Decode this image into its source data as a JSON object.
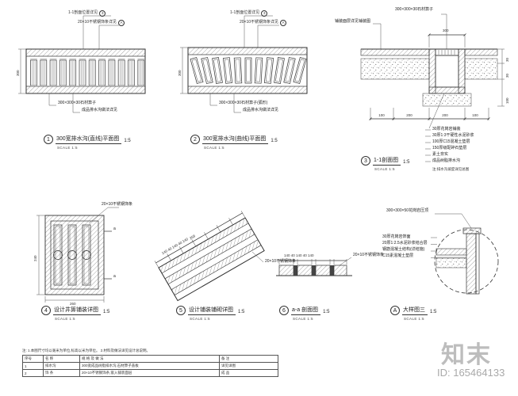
{
  "watermark": {
    "brand": "知末",
    "id": "ID: 165464133"
  },
  "captions": {
    "d1": {
      "num": "1",
      "title": "300宽排水沟(直线)平面图",
      "scale": "1:5",
      "scale_word": "SCALE"
    },
    "d2": {
      "num": "2",
      "title": "300宽排水沟(曲线)平面图",
      "scale": "1:5",
      "scale_word": "SCALE"
    },
    "d3": {
      "num": "3",
      "title": "1-1剖面图",
      "scale": "1:5",
      "scale_word": "SCALE"
    },
    "d4": {
      "num": "4",
      "title": "设计井箅铺装详图",
      "scale": "1:5",
      "scale_word": "SCALE"
    },
    "d5": {
      "num": "5",
      "title": "设计铺装铺砌详图",
      "scale": "1:5",
      "scale_word": "SCALE"
    },
    "d6": {
      "num": "6",
      "title": "a-a 剖面图",
      "scale": "1:5",
      "scale_word": "SCALE"
    },
    "dA": {
      "num": "A",
      "title": "大样图三",
      "scale": "1:5",
      "scale_word": "SCALE"
    }
  },
  "d1": {
    "top1": "1-1剖面位置详见",
    "top1_ref": "3",
    "top2": "20×10不锈钢饰条详见",
    "top2_ref": "A",
    "bottom1": "300×300×30石材箅子",
    "bottom2": "成品排水沟做法详见",
    "dim_left": "300"
  },
  "d2": {
    "top1": "1-1剖面位置详见",
    "top1_ref": "3",
    "top2": "20×10不锈钢饰条详见",
    "top2_ref": "A",
    "bottom1": "300×300×30石材箅子(弧形)",
    "bottom2": "成品排水沟做法详见",
    "dim_left": "300"
  },
  "d3": {
    "top_left": "铺装面层详见铺装图",
    "top_right": "300×300×30石材箅子",
    "dim_top": "300",
    "dims_bottom": [
      "100",
      "200",
      "200",
      "100"
    ],
    "dims_right": [
      "30",
      "30",
      "100"
    ],
    "ann": [
      "30厚花岗岩铺装",
      "30厚1:3干硬性水泥砂浆",
      "100厚C15混凝土垫层",
      "150厚级配碎石垫层",
      "素土夯实",
      "成品树脂排水沟"
    ],
    "note": "注:排水沟坡度详见总图"
  },
  "d4": {
    "leader": "20×10不锈钢饰条",
    "dim_left": "240",
    "dim_bottom": "260",
    "marker": "a"
  },
  "d5": {
    "leader": "20×10不锈钢饰条",
    "dim_top": "268",
    "ticks": "140 40 140 40 140"
  },
  "d6": {
    "leader": "20×10不锈钢饰条",
    "ticks": "140 40 140 40 140"
  },
  "dA": {
    "top": "300×300×50花岗岩压顶",
    "ann": [
      "30厚花岗岩饰面",
      "20厚1:2.5水泥砂浆结合层",
      "钢筋混凝土结构(详结施)",
      "C15素混凝土垫层"
    ]
  },
  "notes_line": "注: 1.本图尺寸均以毫米为单位,标高以米为单位。 2.材料及做法详见设计总说明。",
  "table": {
    "headers": [
      "序号",
      "名 称",
      "规 格 及 做 法",
      "备 注"
    ],
    "rows": [
      [
        "1",
        "排水沟",
        "300宽成品树脂排水沟,石材箅子盖板",
        "详见详图"
      ],
      [
        "2",
        "饰 条",
        "20×10不锈钢饰条,嵌入铺装面层",
        "成 品"
      ]
    ]
  }
}
